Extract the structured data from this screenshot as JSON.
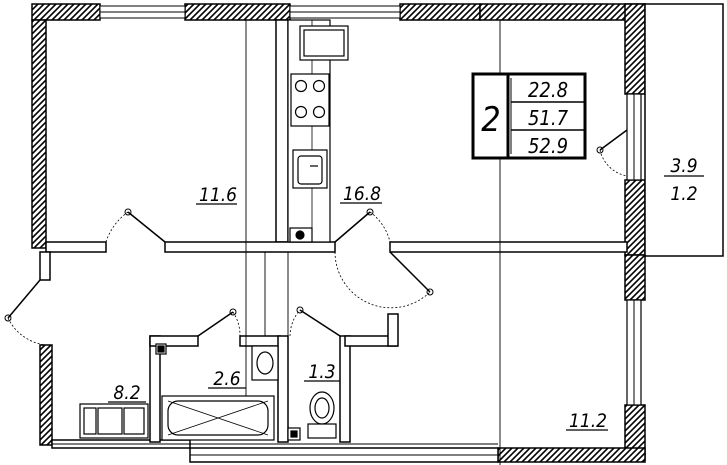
{
  "summary": {
    "rooms": "2",
    "living_area": "22.8",
    "total_area": "51.7",
    "total_with_balcony": "52.9"
  },
  "rooms": {
    "room_left": "11.6",
    "kitchen_living": "16.8",
    "hall": "8.2",
    "bathroom": "2.6",
    "toilet": "1.3",
    "room_right": "11.2"
  },
  "balcony": {
    "area": "3.9",
    "reduced_area": "1.2"
  },
  "colors": {
    "wall": "#000000",
    "hatch": "#000000",
    "background": "#ffffff"
  }
}
